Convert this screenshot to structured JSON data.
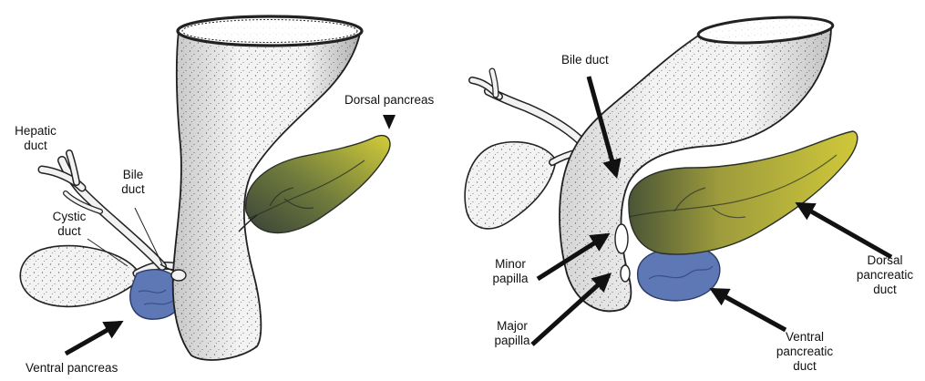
{
  "left_panel": {
    "labels": {
      "hepatic_duct": [
        "Hepatic",
        "duct"
      ],
      "bile_duct": [
        "Bile",
        "duct"
      ],
      "cystic_duct": [
        "Cystic",
        "duct"
      ],
      "dorsal_pancreas": "Dorsal pancreas",
      "ventral_pancreas": "Ventral pancreas"
    }
  },
  "right_panel": {
    "labels": {
      "bile_duct": "Bile duct",
      "minor_papilla": [
        "Minor",
        "papilla"
      ],
      "major_papilla": [
        "Major",
        "papilla"
      ],
      "dorsal_pancreatic_duct": [
        "Dorsal",
        "pancreatic",
        "duct"
      ],
      "ventral_pancreatic_duct": [
        "Ventral",
        "pancreatic",
        "duct"
      ]
    }
  },
  "colors": {
    "dorsal_pancreas": "#c9c43a",
    "dorsal_pancreas_dark": "#3e4a3a",
    "ventral_pancreas": "#5d78b4",
    "organ_fill": "#f2f2f2",
    "outline": "#222222"
  }
}
